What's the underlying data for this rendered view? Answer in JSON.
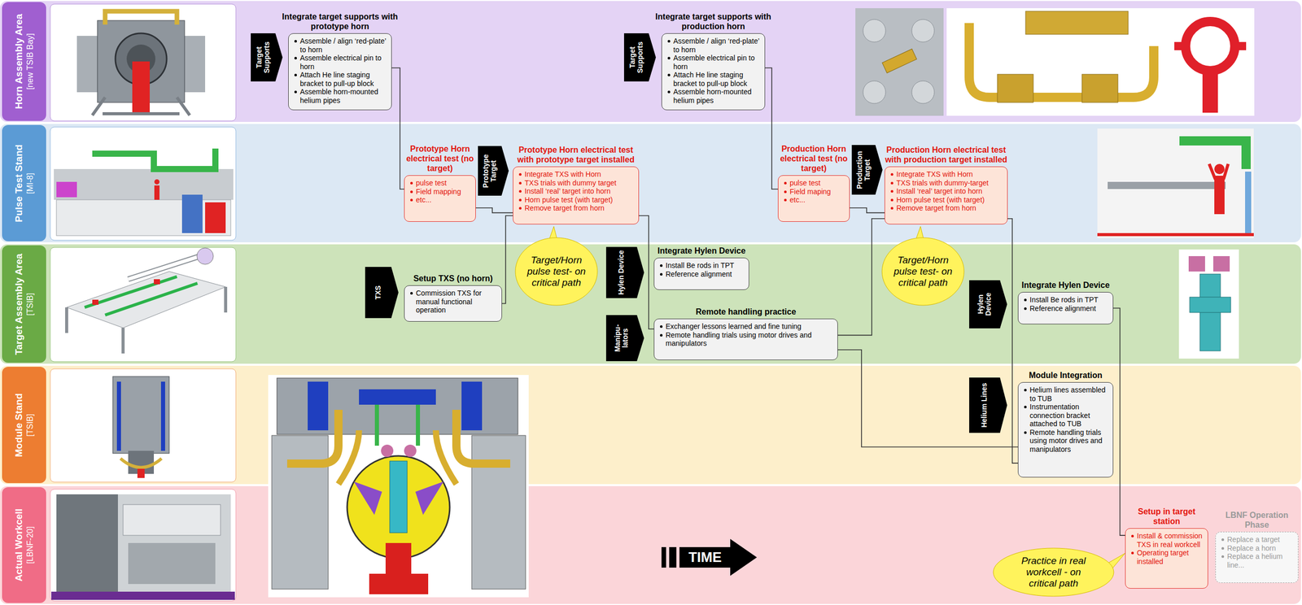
{
  "diagram": {
    "nodes": [
      {
        "text": [
          "Horn Assembly Area",
          "[new TSIB Bay]"
        ]
      },
      {
        "text": [
          "Target Supports"
        ],
        "in": 0
      },
      {
        "text": [
          "Integrate target supports with prototype horn",
          "Assemble / align ‘red-plate’ to horn",
          "Assemble electrical pin to horn",
          "Attach He line staging bracket to pull-up block",
          "Assemble horn-mounted helium pipes"
        ],
        "in": 0
      },
      {
        "text": [
          "Target Supports"
        ],
        "in": 0
      },
      {
        "text": [
          "Integrate target supports with production horn",
          "Assemble / align ‘red-plate’ to horn",
          "Assemble electrical pin to horn",
          "Attach He line staging bracket to pull-up block",
          "Assemble horn-mounted helium pipes"
        ],
        "in": 0
      },
      {
        "text": [
          "Pulse Test Stand",
          "[MI-8]"
        ]
      },
      {
        "text": [
          "Prototype Horn electrical test (no target)",
          "pulse test",
          "Field mapping",
          "etc..."
        ],
        "in": 5
      },
      {
        "text": [
          "Prototype Target"
        ],
        "in": 5
      },
      {
        "text": [
          "Prototype Horn electrical test with prototype target installed",
          "Integrate TXS with Horn",
          "TXS trials with dummy target",
          "Install ‘real’ target into horn",
          "Horn pulse test (with target)",
          "Remove target from horn"
        ],
        "in": 5
      },
      {
        "text": [
          "Production Horn electrical test (no target)",
          "pulse test",
          "Field maping",
          "etc..."
        ],
        "in": 5
      },
      {
        "text": [
          "Production Target"
        ],
        "in": 5
      },
      {
        "text": [
          "Production Horn electrical test with production target installed",
          "Integrate TXS with Horn",
          "TXS trials with dummy-target",
          "Install ‘real’ target into horn",
          "Horn pulse test (with target)",
          "Remove target from horn"
        ],
        "in": 5
      },
      {
        "text": [
          "Target Assembly Area",
          "[TSIB]"
        ]
      },
      {
        "text": [
          "TXS"
        ],
        "in": 12
      },
      {
        "text": [
          "Setup TXS (no horn)",
          "Commission TXS for manual functional operation"
        ],
        "in": 12
      },
      {
        "text": [
          "Hylen Device"
        ],
        "in": 12
      },
      {
        "text": [
          "Integrate Hylen Device",
          "Install Be rods in TPT",
          "Reference alignment"
        ],
        "in": 12
      },
      {
        "text": [
          "Manipu- lators"
        ],
        "in": 12
      },
      {
        "text": [
          "Remote handling practice",
          "Exchanger lessons learned and fine tuning",
          "Remote handling trials using motor drives and manipulators"
        ],
        "in": 12
      },
      {
        "text": [
          "Hylen Device"
        ],
        "in": 12
      },
      {
        "text": [
          "Integrate Hylen Device",
          "Install Be rods in TPT",
          "Reference alignment"
        ],
        "in": 12
      },
      {
        "text": [
          "Module Stand",
          "[TSIB]"
        ]
      },
      {
        "text": [
          "Helium Lines"
        ],
        "in": 21
      },
      {
        "text": [
          "Module Integration",
          "Helium lines assembled to TUB",
          "Instrumentation connection bracket attached to TUB",
          "Remote handling trials using motor drives and manipulators"
        ],
        "in": 21
      },
      {
        "text": [
          "Actual Workcell",
          "[LBNF-20]"
        ]
      },
      {
        "text": [
          "Setup in target station",
          "Install & commission TXS in real workcell",
          "Operating target installed"
        ],
        "in": 24
      },
      {
        "text": [
          "LBNF Operation Phase",
          "Replace a target",
          "Replace a horn",
          "Replace a helium line..."
        ],
        "in": 24
      },
      {
        "text": [
          "Target/Horn pulse test- on critical path"
        ]
      },
      {
        "text": [
          "Target/Horn pulse test- on critical path"
        ]
      },
      {
        "text": [
          "Practice in real workcell - on critical path"
        ],
        "in": 24
      }
    ],
    "edges": [
      {
        "from": 2,
        "to": 6,
        "arrow": "none"
      },
      {
        "from": 6,
        "to": 8,
        "arrow": "none"
      },
      {
        "from": 14,
        "to": 8,
        "arrow": "none"
      },
      {
        "from": 8,
        "to": 18,
        "arrow": "none"
      },
      {
        "from": 4,
        "to": 9,
        "arrow": "none"
      },
      {
        "from": 9,
        "to": 11,
        "arrow": "none"
      },
      {
        "from": 18,
        "to": 11,
        "arrow": "none"
      },
      {
        "from": 18,
        "to": 23,
        "arrow": "none"
      },
      {
        "from": 11,
        "to": 23,
        "arrow": "none"
      },
      {
        "from": 20,
        "to": 25,
        "arrow": "none"
      }
    ],
    "labels": [
      "TIME"
    ]
  }
}
